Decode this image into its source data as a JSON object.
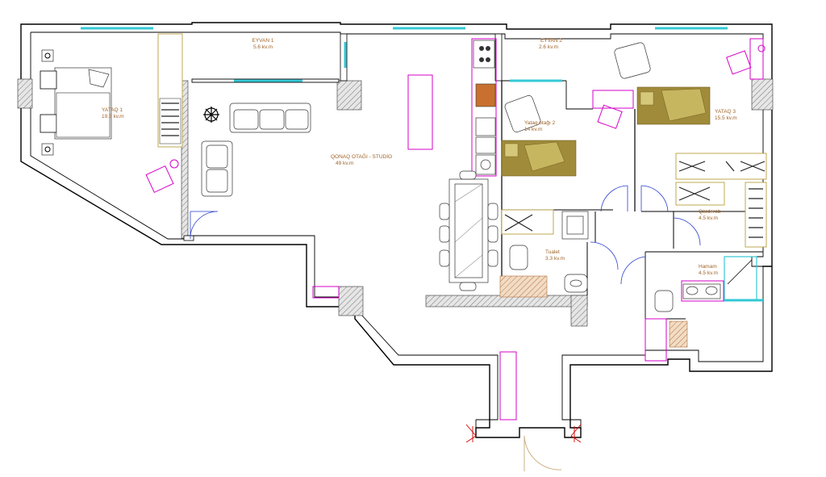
{
  "rooms": {
    "eyvan1": {
      "name": "EYVAN 1",
      "area": "5.6 kv.m"
    },
    "eyvan2": {
      "name": "EYVAN 2",
      "area": "2.6 kv.m"
    },
    "yataq1": {
      "name": "YATAQ 1",
      "area": "19.5 kv.m"
    },
    "qonaq": {
      "name": "QONAQ OTAĞI - STUDİO",
      "area": "49 kv.m"
    },
    "yataq2": {
      "name": "Yataq otağı 2",
      "area": "14 kv.m"
    },
    "yataq3": {
      "name": "YATAQ 3",
      "area": "15.5 kv.m"
    },
    "qarderob": {
      "name": "Qarderob",
      "area": "4.5 kv.m"
    },
    "tualet": {
      "name": "Tualet",
      "area": "3.3 kv.m"
    },
    "hamam": {
      "name": "Hamam",
      "area": "4.5 kv.m"
    }
  },
  "colors": {
    "wall": "#000000",
    "window": "#33c9d6",
    "magenta": "#d400c8",
    "label": "#a0642a",
    "bedspread": "#a08b3a",
    "door": "#2a3fd0"
  }
}
